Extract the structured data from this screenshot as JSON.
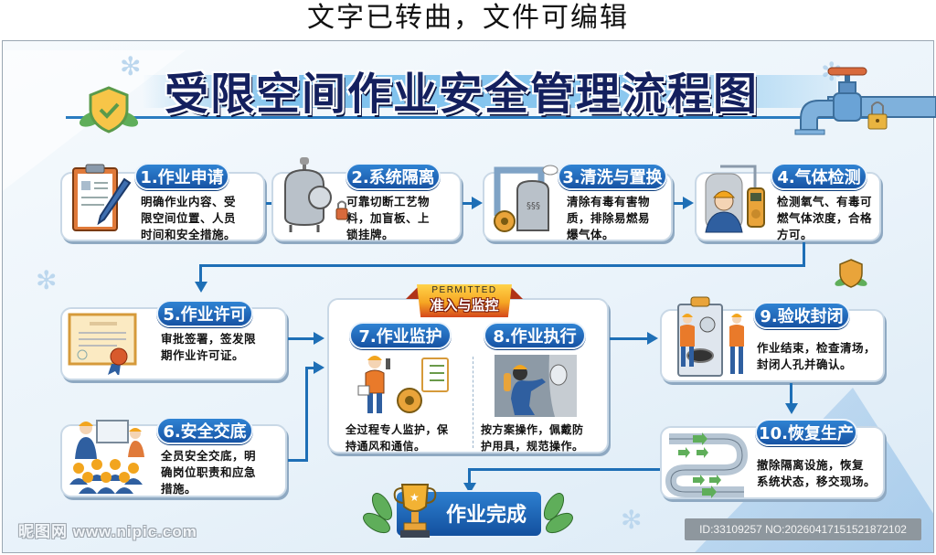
{
  "watermark_top": "文字已转曲，文件可编辑",
  "title": "受限空间作业安全管理流程图",
  "steps": [
    {
      "label": "1.作业申请",
      "desc": "明确作业内容、受限空间位置、人员时间和安全措施。",
      "lines": [
        "明确作业内容、受",
        "限空间位置、人员",
        "时间和安全措施。"
      ]
    },
    {
      "label": "2.系统隔离",
      "desc": "可靠切断工艺物料，加盲板、上锁挂牌。",
      "lines": [
        "可靠切断工艺物",
        "料，加盲板、上",
        "锁挂牌。"
      ]
    },
    {
      "label": "3.清洗与置换",
      "desc": "清除有毒有害物质，排除易燃易爆气体。",
      "lines": [
        "清除有毒有害物",
        "质，排除易燃易",
        "爆气体。"
      ]
    },
    {
      "label": "4.气体检测",
      "desc": "检测氧气、有毒可燃气体浓度，合格方可。",
      "lines": [
        "检测氧气、有毒可",
        "燃气体浓度，合格",
        "方可。"
      ]
    },
    {
      "label": "5.作业许可",
      "desc": "审批签署，签发限期作业许可证。",
      "lines": [
        "审批签署，签发限",
        "期作业许可证。"
      ]
    },
    {
      "label": "6.安全交底",
      "desc": "全员安全交底，明确岗位职责和应急措施。",
      "lines": [
        "全员安全交底，明",
        "确岗位职责和应急",
        "措施。"
      ]
    },
    {
      "label": "7.作业监护",
      "desc": "全过程专人监护，保持通风和通信。",
      "lines": [
        "全过程专人监护，保",
        "持通风和通信。"
      ]
    },
    {
      "label": "8.作业执行",
      "desc": "按方案操作，佩戴防护用具，规范操作。",
      "lines": [
        "按方案操作，佩戴防",
        "护用具，规范操作。"
      ]
    },
    {
      "label": "9.验收封闭",
      "desc": "作业结束，检查清场，封闭人孔并确认。",
      "lines": [
        "作业结束，检查清场，",
        "封闭人孔并确认。"
      ]
    },
    {
      "label": "10.恢复生产",
      "desc": "撤除隔离设施，恢复系统状态，移交现场。",
      "lines": [
        "撤除隔离设施，恢复",
        "系统状态，移交现场。"
      ]
    }
  ],
  "permit_banner": {
    "en": "PERMITTED",
    "cn": "准入与监控"
  },
  "done_label": "作业完成",
  "footer": {
    "logo": "昵图网 www.nipic.com",
    "id_text": "ID:33109257 NO:20260417151521872102"
  },
  "icons": {
    "title_left": "shield-check-icon",
    "title_right": "valve-padlock-icon",
    "step1": "clipboard-pen-icon",
    "step2": "tank-padlock-icon",
    "step3": "pump-tank-icon",
    "step4": "gas-detector-worker-icon",
    "step5": "certificate-icon",
    "step6": "safety-briefing-icon",
    "step7": "supervisor-fan-icon",
    "step8": "worker-respirator-icon",
    "step9": "manhole-inspection-icon",
    "step10": "pipes-flow-icon",
    "done": "trophy-icon"
  },
  "colors": {
    "pill_blue_top": "#2f83d3",
    "pill_blue_bottom": "#1753a4",
    "arrow_blue": "#1e6fb6",
    "title_navy": "#14205e",
    "banner_orange": "#f6a623",
    "banner_red": "#d5471c"
  }
}
